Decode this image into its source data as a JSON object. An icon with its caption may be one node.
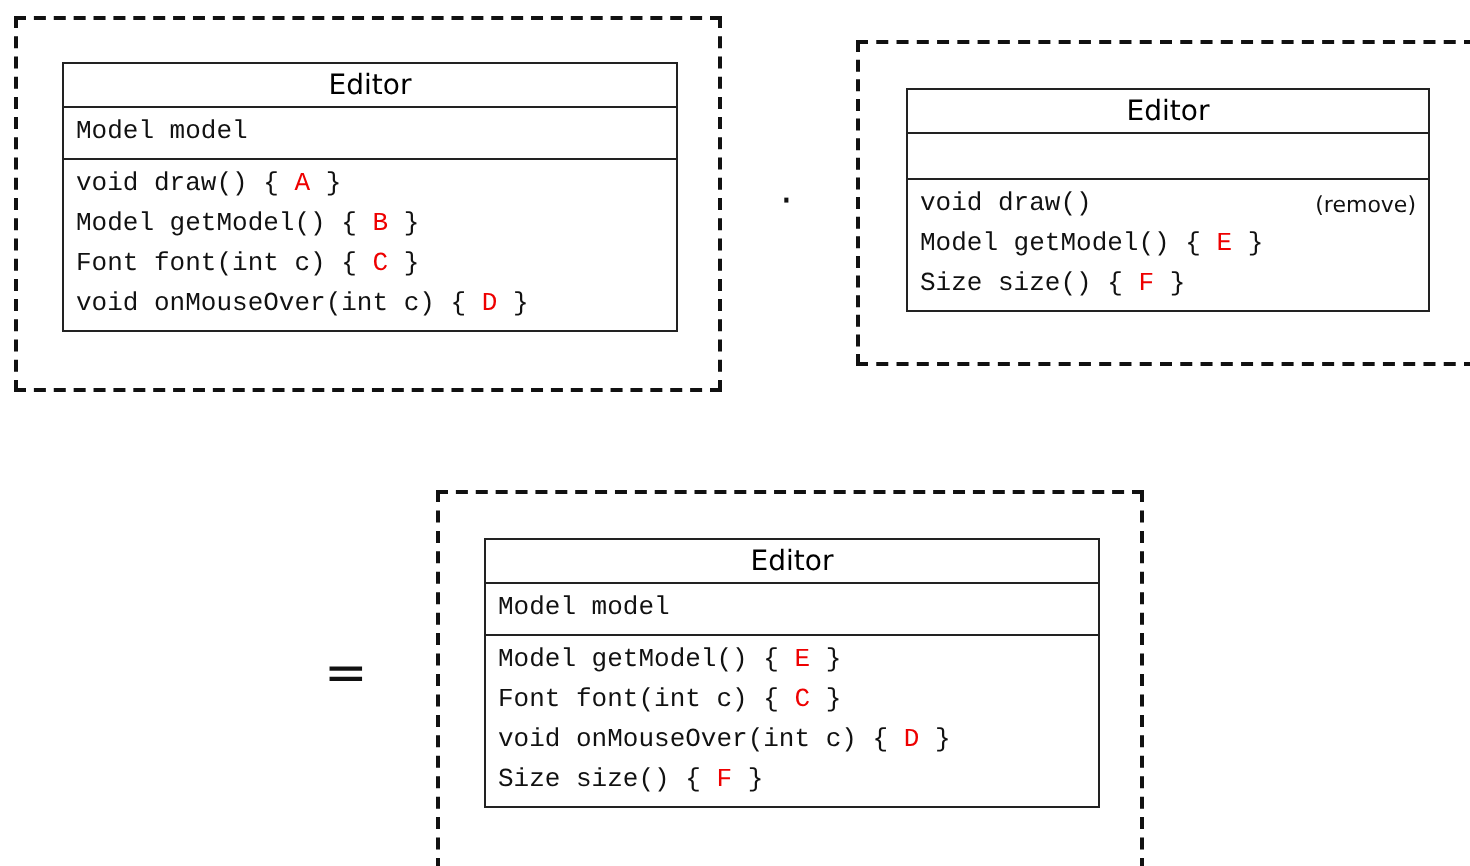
{
  "diagram": {
    "nodes": [
      {
        "text": [],
        "shape": "box"
      },
      {
        "text": [
          "Editor",
          "Model model",
          "void draw() { A }",
          "Model getModel() { B }",
          "Font font(int c) { C }",
          "void onMouseOver(int c) { D }"
        ],
        "in": 0
      },
      {
        "text": [],
        "shape": "box"
      },
      {
        "text": [
          "Editor",
          "void draw()",
          "(remove)",
          "Model getModel() { E }",
          "Size size() { F }"
        ],
        "in": 2
      },
      {
        "text": [],
        "shape": "box"
      },
      {
        "text": [
          "Editor",
          "Model model",
          "Model getModel() { E }",
          "Font font(int c) { C }",
          "void onMouseOver(int c) { D }",
          "Size size() { F }"
        ],
        "in": 4
      }
    ],
    "labels": [
      "·",
      "="
    ]
  }
}
